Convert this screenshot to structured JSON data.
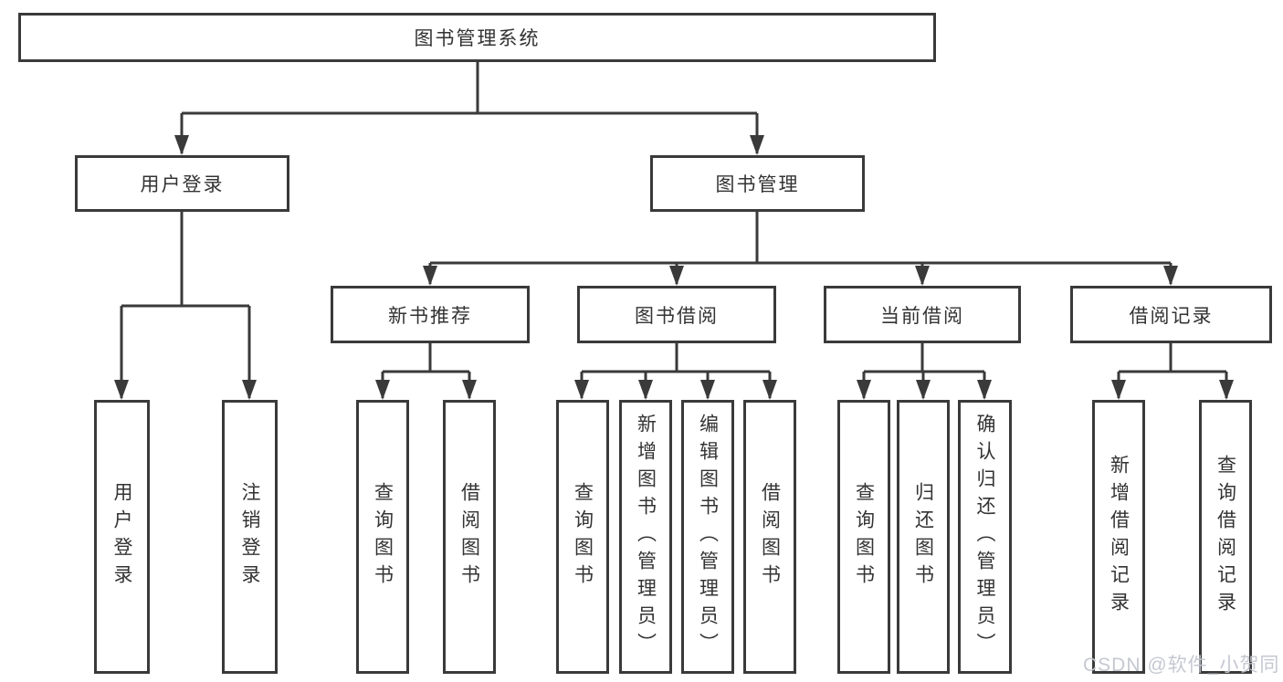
{
  "tree": {
    "label": "图书管理系统",
    "children": [
      {
        "label": "用户登录",
        "children": [
          {
            "label": "用户登录"
          },
          {
            "label": "注销登录"
          }
        ]
      },
      {
        "label": "图书管理",
        "children": [
          {
            "label": "新书推荐",
            "children": [
              {
                "label": "查询图书"
              },
              {
                "label": "借阅图书"
              }
            ]
          },
          {
            "label": "图书借阅",
            "children": [
              {
                "label": "查询图书"
              },
              {
                "label": "新增图书（管理员）"
              },
              {
                "label": "编辑图书（管理员）"
              },
              {
                "label": "借阅图书"
              }
            ]
          },
          {
            "label": "当前借阅",
            "children": [
              {
                "label": "查询图书"
              },
              {
                "label": "归还图书"
              },
              {
                "label": "确认归还（管理员）"
              }
            ]
          },
          {
            "label": "借阅记录",
            "children": [
              {
                "label": "新增借阅记录"
              },
              {
                "label": "查询借阅记录"
              }
            ]
          }
        ]
      }
    ]
  },
  "watermark": {
    "text": "CSDN @软件_小贺同学"
  },
  "colors": {
    "line": "#3a3a3a",
    "text": "#333333",
    "background": "#ffffff",
    "watermark": "#c2c6cf"
  }
}
